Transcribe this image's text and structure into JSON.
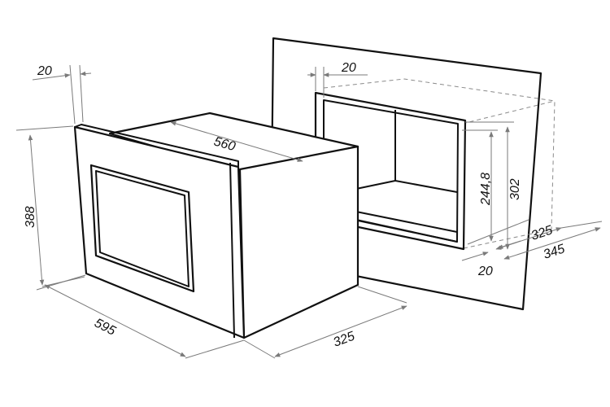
{
  "dimensions": {
    "front_depth_20": "20",
    "height_388": "388",
    "top_depth_560": "560",
    "width_595": "595",
    "base_depth_325": "325",
    "niche_frame_20_top": "20",
    "niche_inner_height_244_8": "244,8",
    "niche_height_302": "302",
    "niche_depth_325": "325",
    "niche_depth_345": "345",
    "niche_frame_20_bottom": "20"
  },
  "colors": {
    "outline": "#111111",
    "dimension": "#7a7a7a",
    "background": "#ffffff"
  }
}
